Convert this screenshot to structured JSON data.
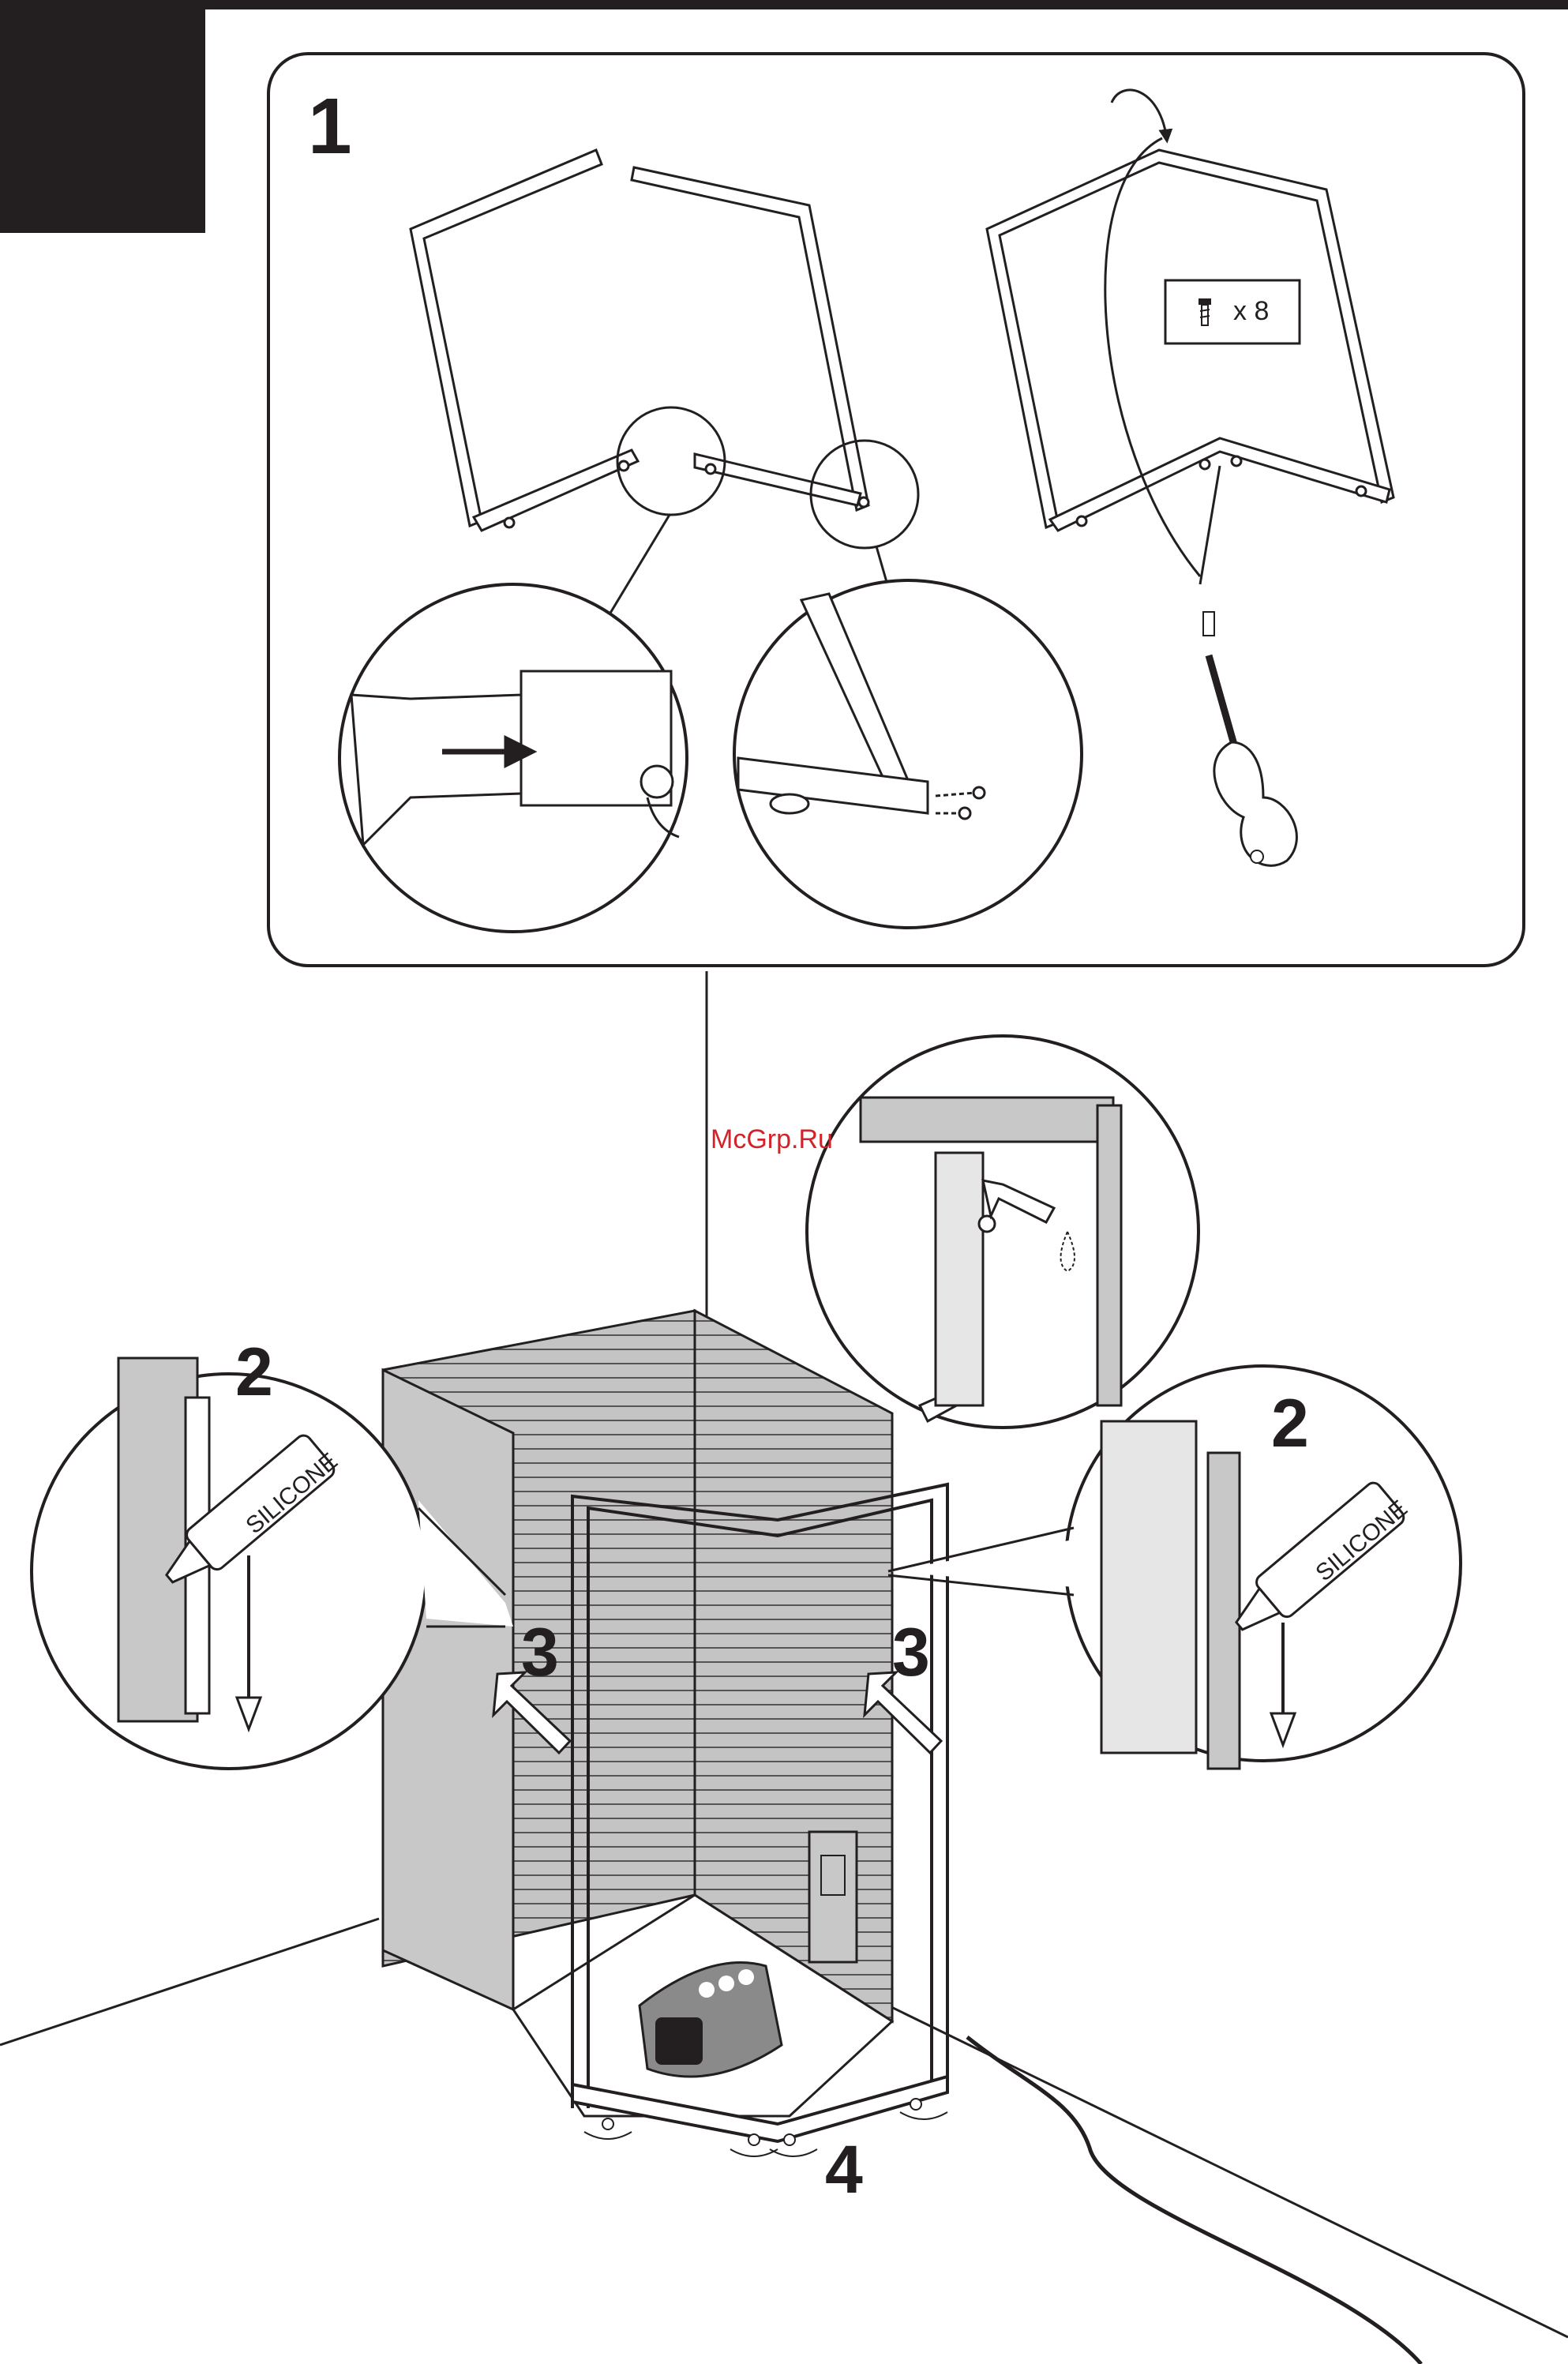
{
  "watermark": "McGrp.Ru",
  "steps": {
    "step1": "1",
    "step2_left": "2",
    "step2_right": "2",
    "step3_left": "3",
    "step3_right": "3",
    "step4": "4"
  },
  "callouts": {
    "silicone_left": "SILICONE",
    "silicone_right": "SILICONE"
  },
  "parts": {
    "screw_quantity": "x 8",
    "screw_icon": "screw-icon"
  },
  "colors": {
    "ink": "#231f20",
    "panel_gray": "#c8c8c8",
    "dark_gray": "#8a8a8a",
    "watermark_red": "#d2232a"
  }
}
